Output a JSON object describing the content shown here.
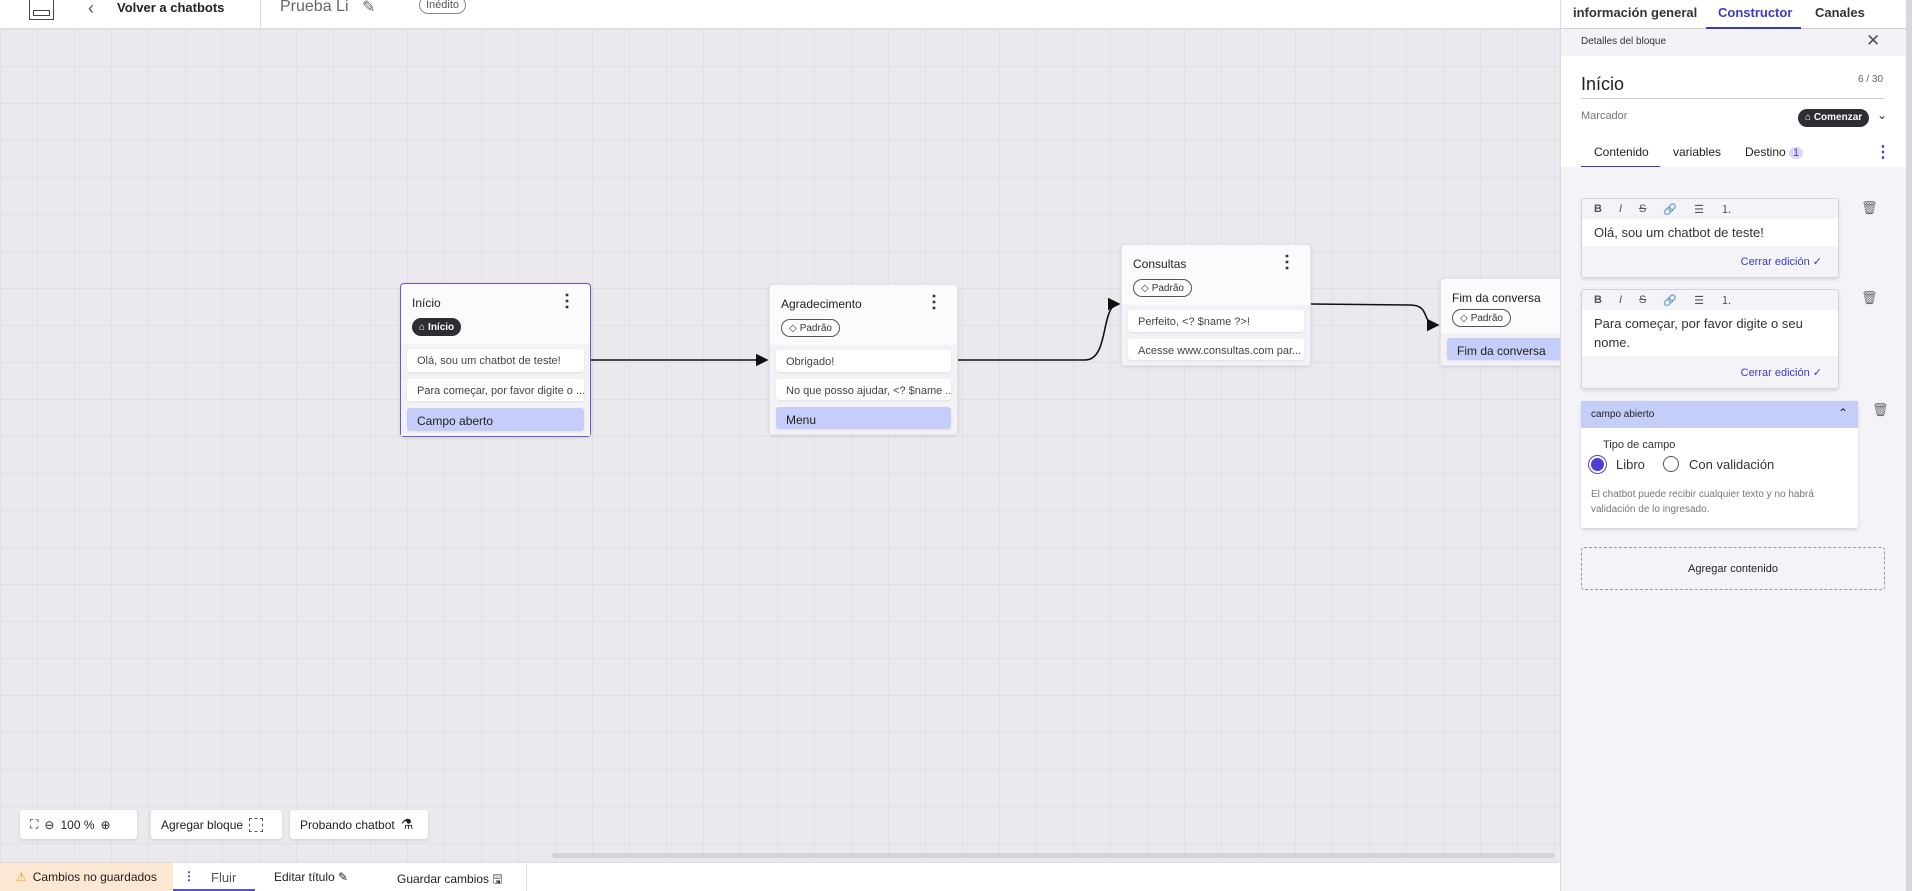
{
  "header": {
    "back_label": "Volver a chatbots",
    "title": "Prueba Li",
    "status": "Inédito"
  },
  "panel_tabs": [
    {
      "label": "información general"
    },
    {
      "label": "Constructor",
      "active": true
    },
    {
      "label": "Canales"
    }
  ],
  "block_details": {
    "header": "Detalles del bloque",
    "name": "Início",
    "char_count": "6 / 30",
    "marker_label": "Marcador",
    "marker_value": "Comenzar",
    "tabs": [
      {
        "label": "Contenido"
      },
      {
        "label": "variables"
      },
      {
        "label": "Destino",
        "badge": "1"
      }
    ],
    "editors": [
      {
        "toolbar": [
          "B",
          "I",
          "S",
          "🔗",
          "☰",
          "⒈"
        ],
        "text": "Olá, sou um chatbot de teste!",
        "close_label": "Cerrar edición"
      },
      {
        "toolbar": [
          "B",
          "I",
          "S",
          "🔗",
          "☰",
          "⒈"
        ],
        "text": "Para começar, por favor digite o seu nome.",
        "close_label": "Cerrar edición"
      }
    ],
    "open_field": {
      "title": "campo abierto",
      "field_type_label": "Tipo de campo",
      "options": [
        "Libro",
        "Con validación"
      ],
      "selected": "Libro",
      "help": "El chatbot puede recibir cualquier texto y no habrá validación de lo ingresado."
    },
    "add_content_label": "Agregar contenido"
  },
  "nodes": [
    {
      "title": "Início",
      "badge": "Início",
      "badge_icon": "home-icon",
      "items": [
        "Olá, sou um chatbot de teste!",
        "Para começar, por favor digite o ..."
      ],
      "action": "Campo aberto"
    },
    {
      "title": "Agradecimento",
      "badge": "Padrão",
      "badge_icon": "tag-icon",
      "items": [
        "Obrigado!",
        "No que posso ajudar, <? $name ..."
      ],
      "action": "Menu"
    },
    {
      "title": "Consultas",
      "badge": "Padrão",
      "badge_icon": "tag-icon",
      "items": [
        "Perfeito, <? $name ?>!",
        "Acesse www.consultas.com par..."
      ]
    },
    {
      "title": "Fim da conversa",
      "badge": "Padrão",
      "badge_icon": "tag-icon",
      "items": [],
      "action": "Fim da conversa"
    }
  ],
  "toolbar": {
    "zoom": "100 %",
    "add_block": "Agregar bloque",
    "test": "Probando chatbot"
  },
  "bottom": {
    "unsaved": "Cambios no guardados",
    "flow": "Fluir",
    "edit_title": "Editar título",
    "save": "Guardar cambios"
  },
  "colors": {
    "accent": "#3b3bc4",
    "selected_border": "#6a5acd",
    "action_bg": "#c5cef9",
    "unsaved_bg": "#fbe7d2"
  }
}
